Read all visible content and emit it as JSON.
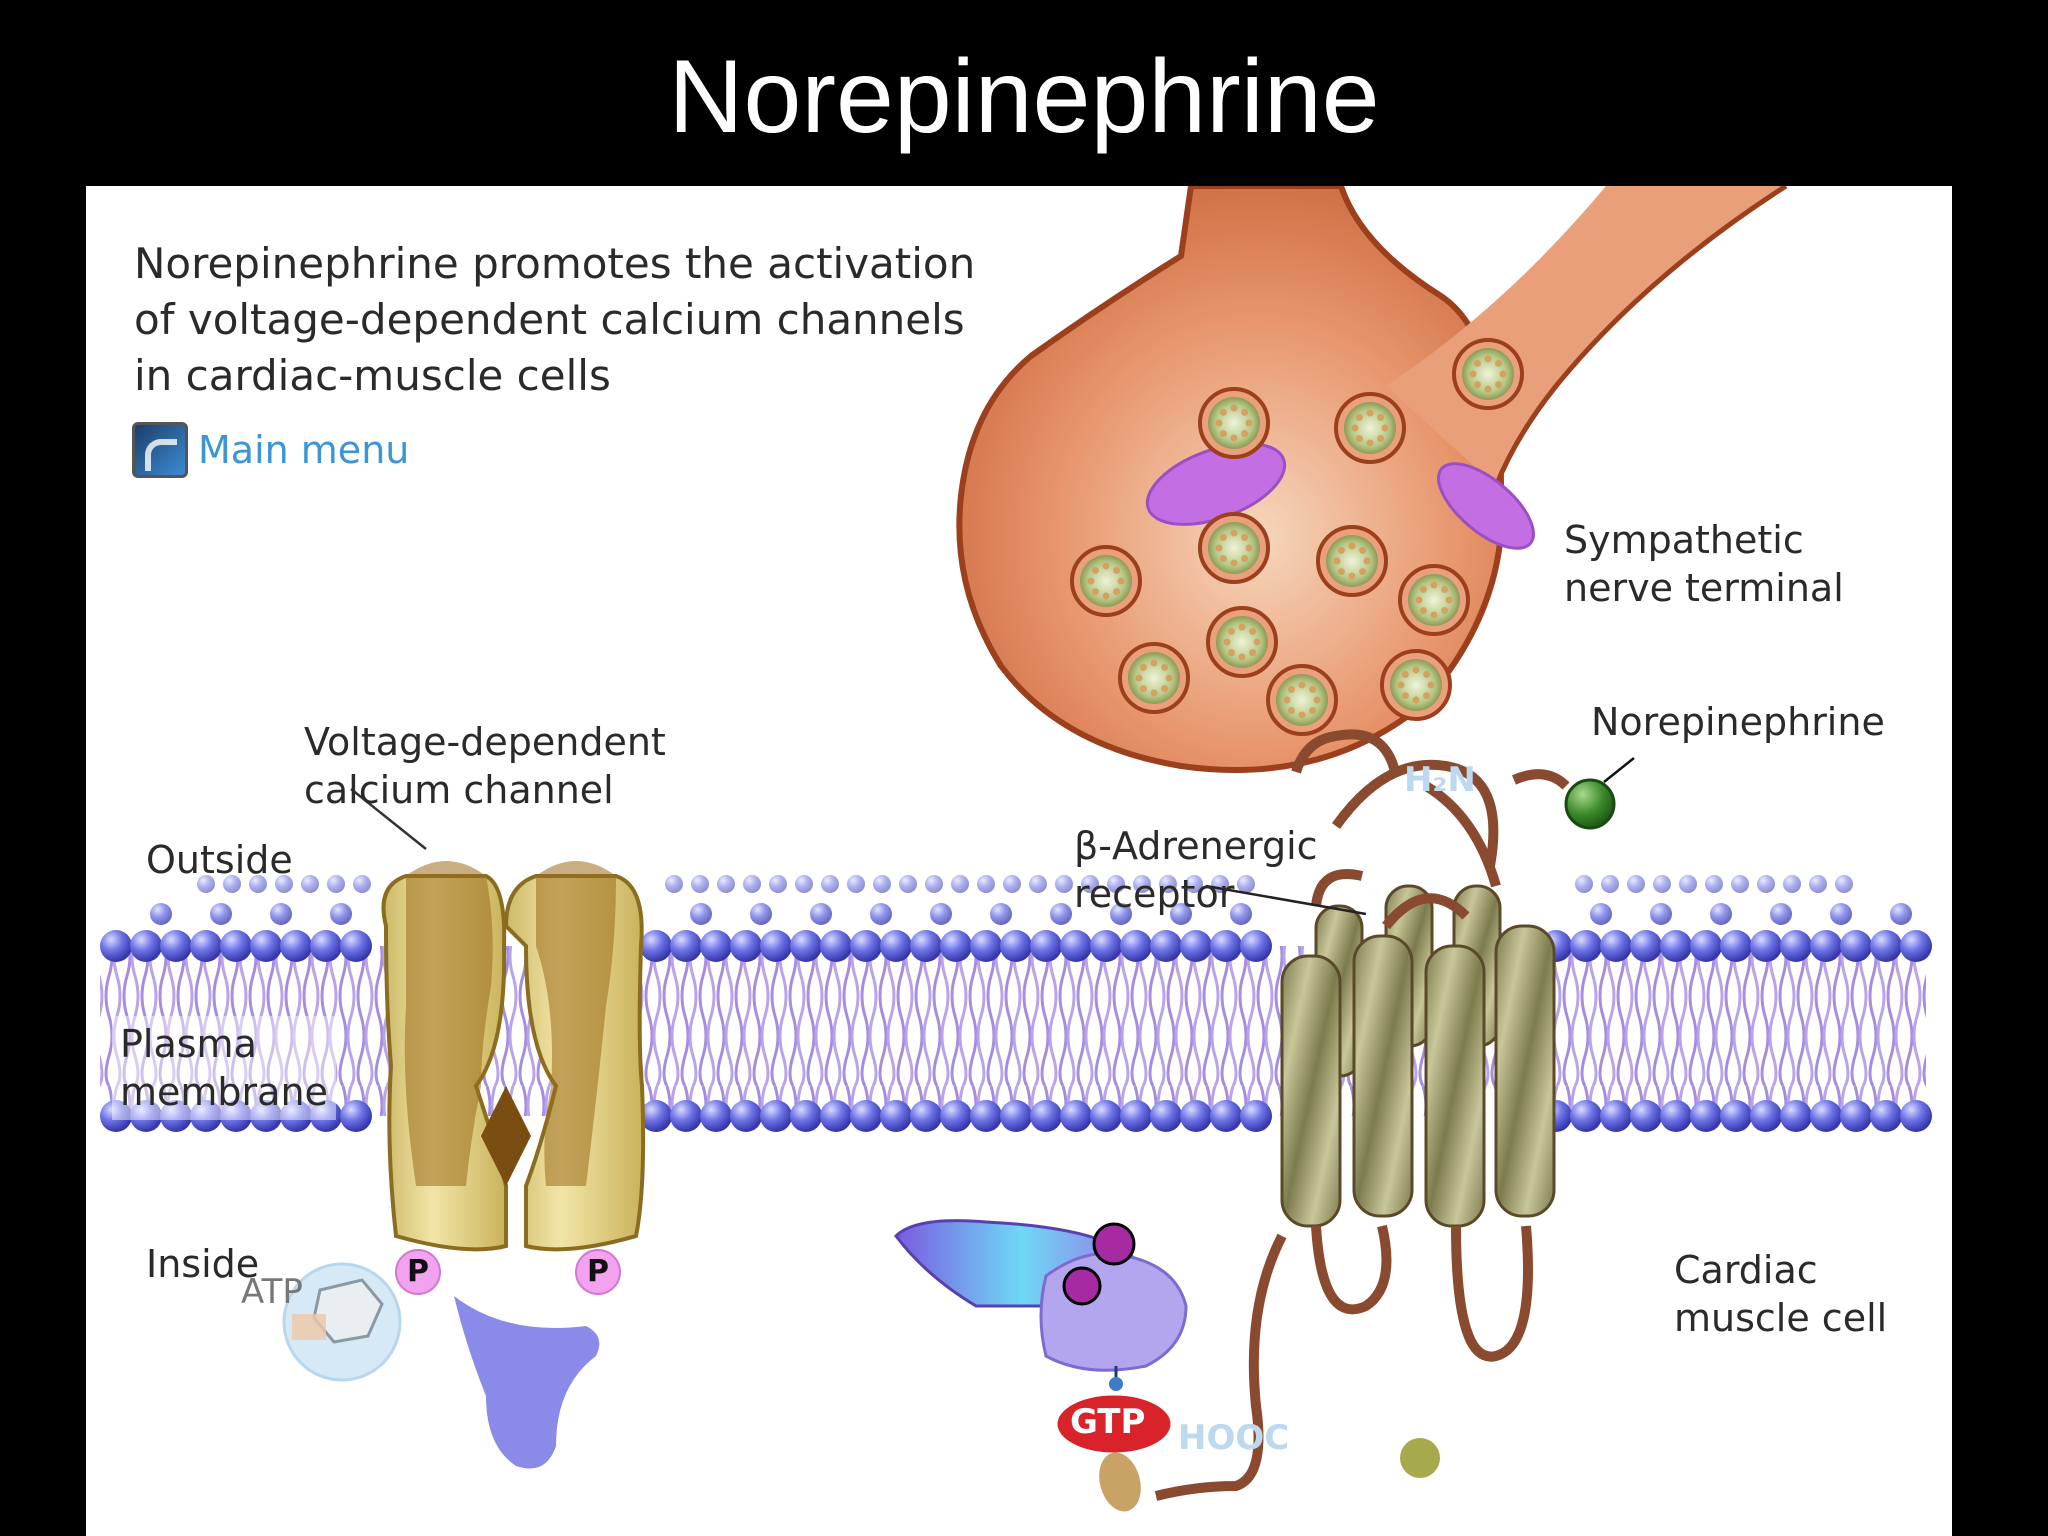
{
  "slide": {
    "title": "Norepinephrine"
  },
  "caption": {
    "line1": "Norepinephrine promotes the activation",
    "line2": "of voltage-dependent calcium channels",
    "line3": "in cardiac-muscle cells"
  },
  "menu": {
    "main_menu_label": "Main menu",
    "icon": "main-menu-icon"
  },
  "labels": {
    "sympathetic_1": "Sympathetic",
    "sympathetic_2": "nerve terminal",
    "norepinephrine": "Norepinephrine",
    "channel_1": "Voltage-dependent",
    "channel_2": "calcium channel",
    "outside": "Outside",
    "receptor_1": "β-Adrenergic",
    "receptor_2": "receptor",
    "plasma_1": "Plasma",
    "plasma_2": "membrane",
    "inside": "Inside",
    "cardiac_1": "Cardiac",
    "cardiac_2": "muscle cell",
    "h2n": "H₂N",
    "hooc": "HOOC",
    "p": "P",
    "atp": "ATP",
    "gtp": "GTP"
  },
  "colors": {
    "background": "#000000",
    "panel": "#ffffff",
    "nerve_terminal": "#d9784a",
    "membrane_head": "#5a5fd6",
    "membrane_tail": "#a68de0",
    "channel": "#e8d98a",
    "receptor": "#9b9a6a",
    "norepinephrine": "#3b8a2a",
    "gtp": "#d8232a",
    "main_menu_text": "#3d95d6"
  }
}
